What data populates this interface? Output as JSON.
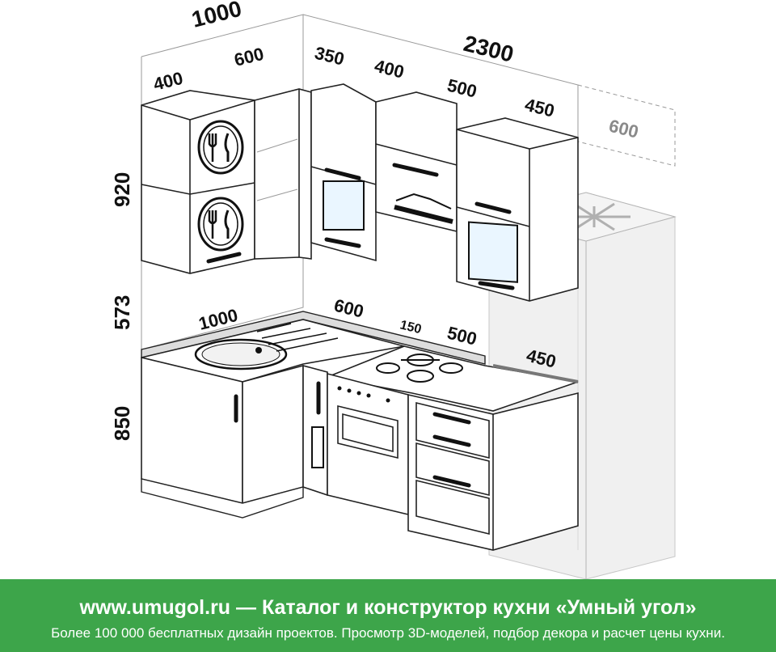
{
  "dimensions": {
    "top_left_width": "1000",
    "top_left_a": "400",
    "top_left_b": "600",
    "top_right_width": "2300",
    "top_seg_1": "350",
    "top_seg_2": "400",
    "top_seg_3": "500",
    "top_seg_4": "450",
    "fridge_width": "600",
    "height_upper": "920",
    "height_gap": "573",
    "height_base": "850",
    "counter_left": "1000",
    "counter_corner": "600",
    "counter_filler": "150",
    "counter_stove": "500",
    "counter_right": "450"
  },
  "footer": {
    "headline": "www.umugol.ru  —  Каталог и конструктор кухни «Умный угол»",
    "subline": "Более 100 000 бесплатных дизайн проектов. Просмотр 3D-моделей, подбор декора и расчет цены кухни."
  },
  "colors": {
    "brand_green": "#3da54a",
    "line": "#222222",
    "ghost": "#9a9a9a"
  }
}
